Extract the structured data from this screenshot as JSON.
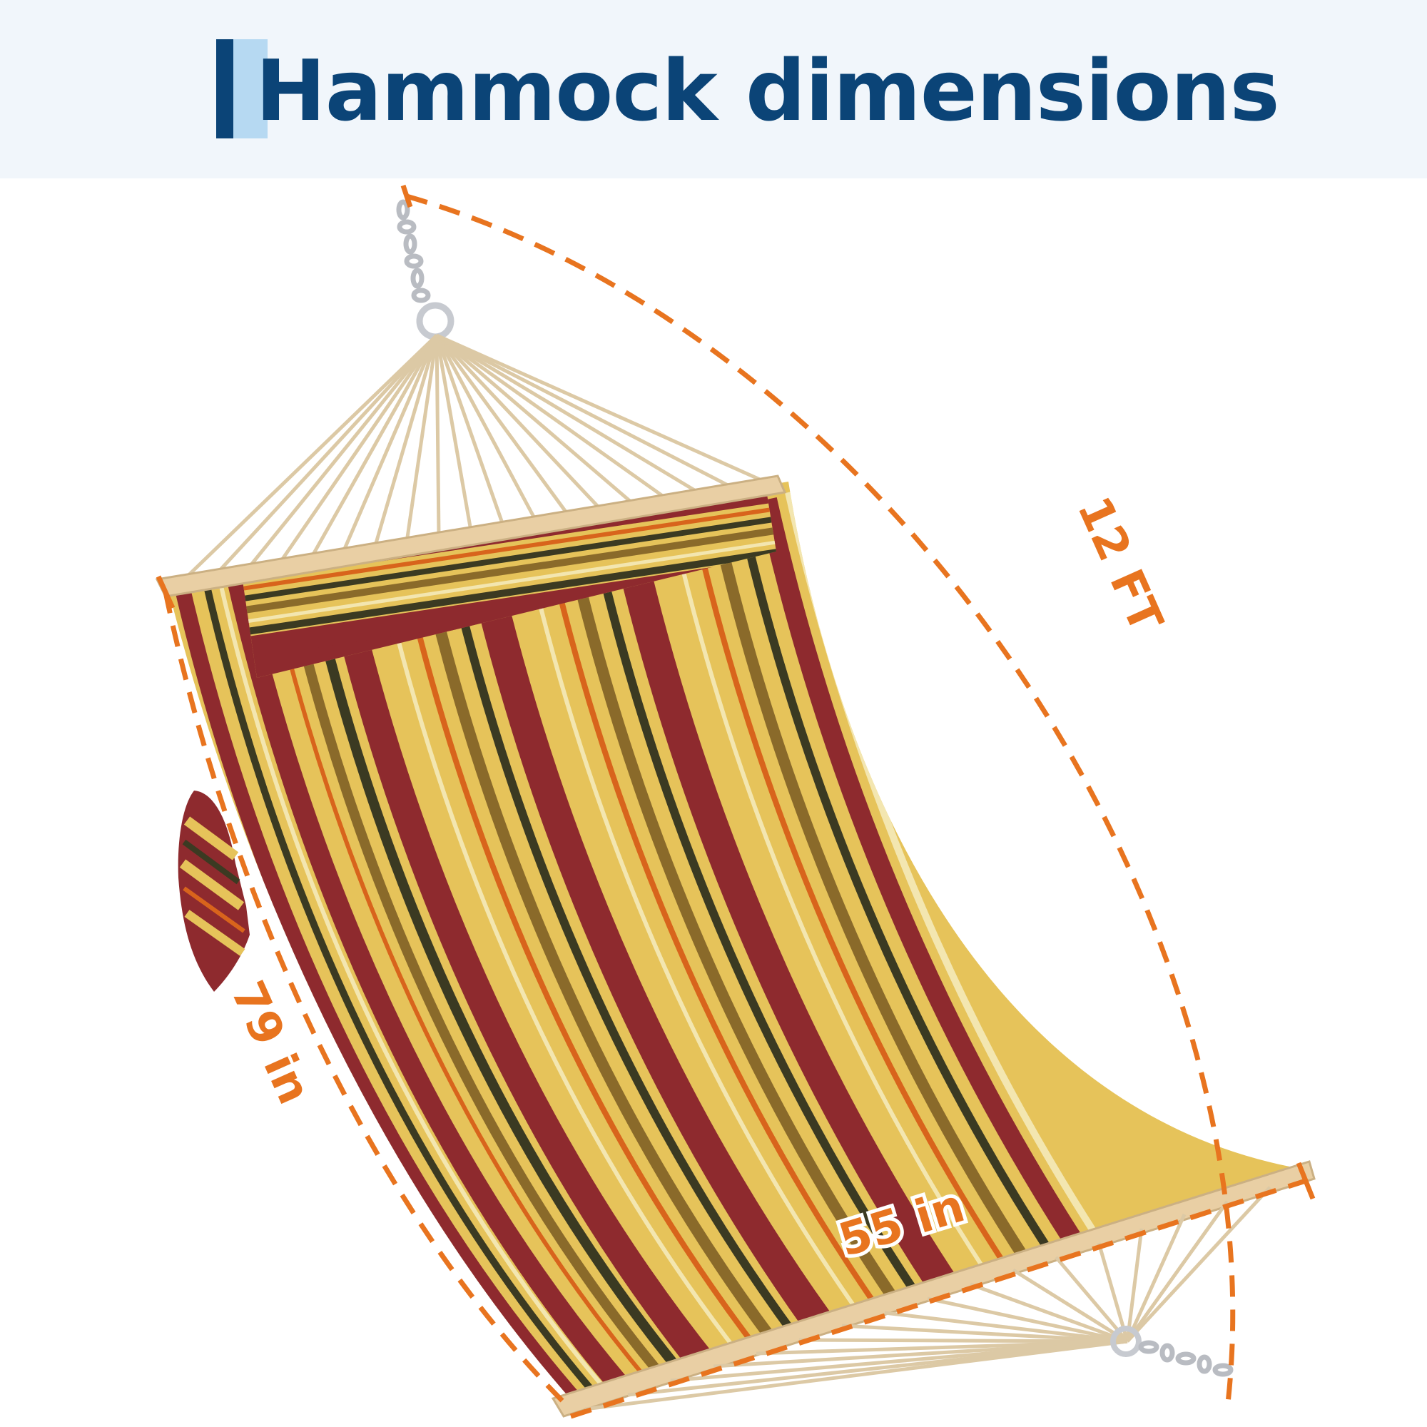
{
  "title": "Hammock dimensions",
  "dimensions": {
    "overall_length": "12 FT",
    "bed_length": "79 in",
    "bed_width": "55 in"
  },
  "colors": {
    "title": "#0b4477",
    "accent_dark": "#0b4477",
    "accent_light": "#b6d9f2",
    "header_bg": "#f1f6fb",
    "dimension_line": "#e8741f",
    "stripe_red": "#8e2a2e",
    "stripe_yellow": "#e6c35a",
    "stripe_green": "#3b3a22",
    "stripe_orange": "#d8641c",
    "wood": "#e9cfa4",
    "rope": "#dcc9a5"
  }
}
